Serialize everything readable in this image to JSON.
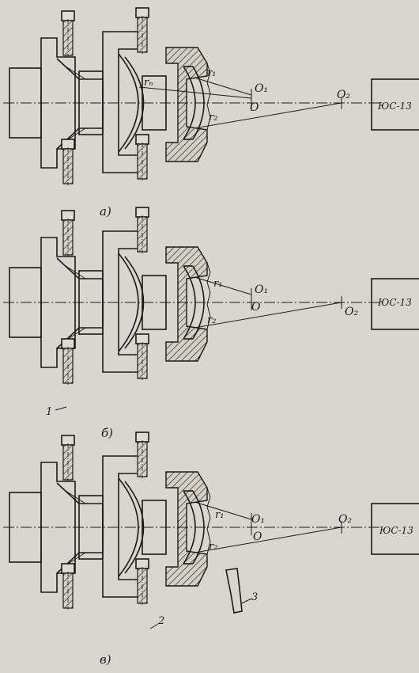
{
  "panels": [
    {
      "id": "a",
      "caption": "а)",
      "r_labels": [
        "r₁",
        "r₂",
        "rₙ"
      ],
      "points": [
        "O₁",
        "O",
        "O₂"
      ],
      "instrument": "ЮС-13"
    },
    {
      "id": "b",
      "caption": "б)",
      "r_labels": [
        "r₁",
        "r₂"
      ],
      "points": [
        "O₁",
        "O",
        "O₂"
      ],
      "instrument": "ЮС-13",
      "callout": "1"
    },
    {
      "id": "c",
      "caption": "в)",
      "r_labels": [
        "r₁",
        "r₂"
      ],
      "points": [
        "O₁",
        "O",
        "O₂"
      ],
      "instrument": "ЮС-13",
      "callouts": [
        "2",
        "3"
      ]
    }
  ],
  "colors": {
    "ink": "#1c1b19",
    "paper": "#d9d6cf"
  }
}
